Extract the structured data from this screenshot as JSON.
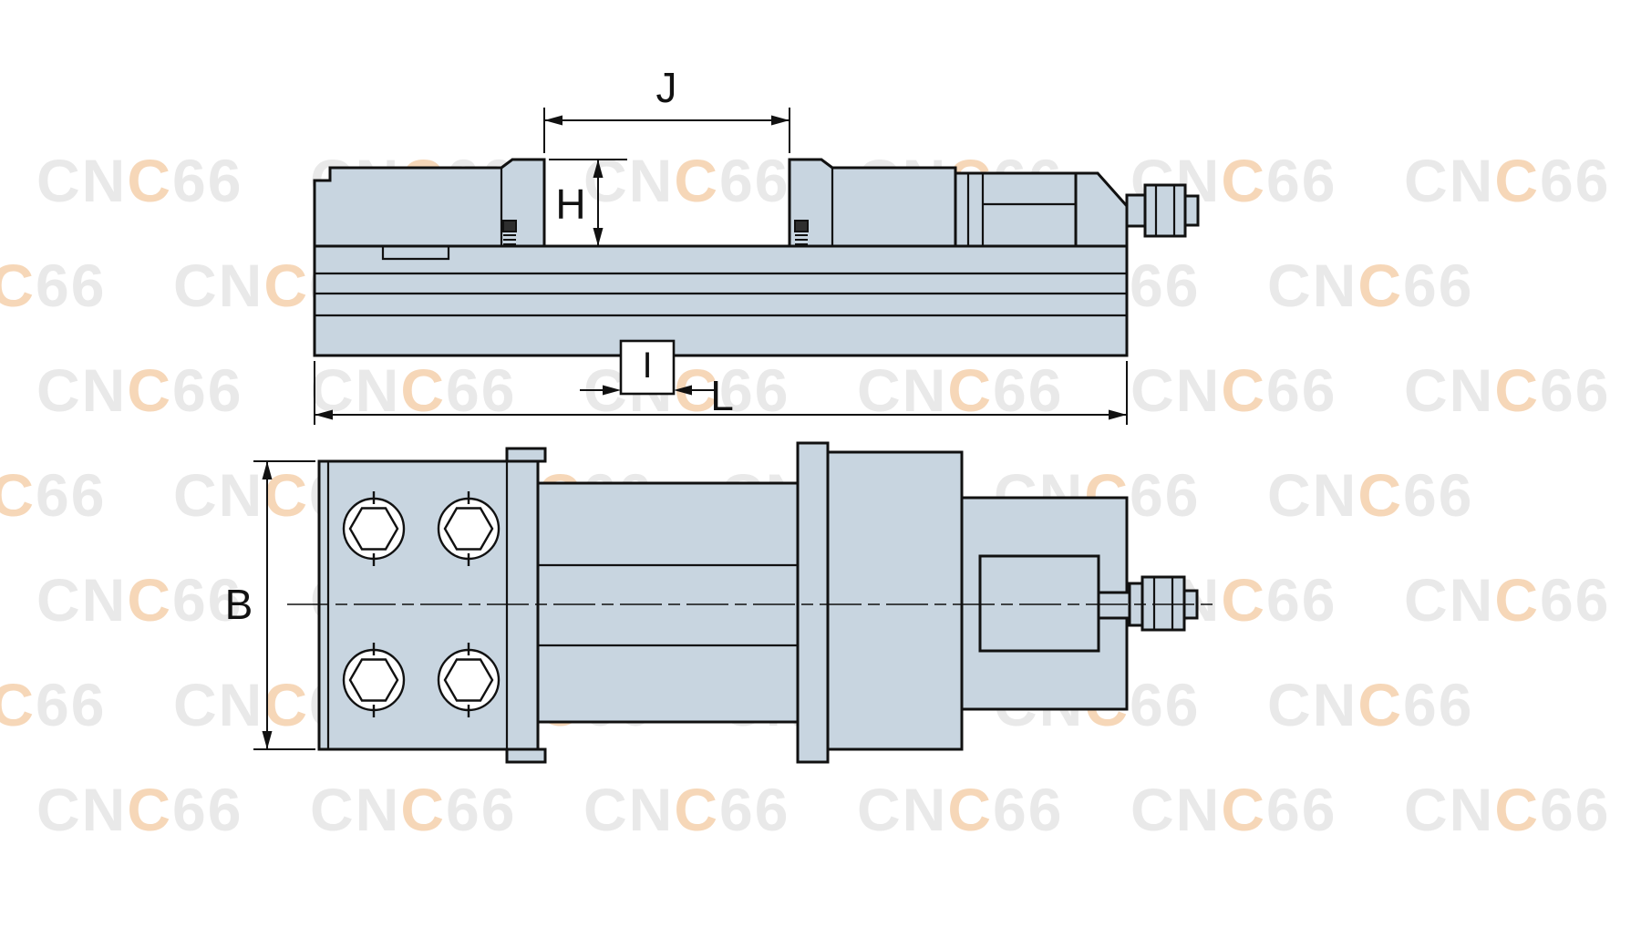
{
  "watermark": {
    "part1": "CN",
    "part2": "C",
    "part3": "66",
    "gray": "#e9e9e9",
    "orange": "#f6d7b8"
  },
  "colors": {
    "diagram_fill": "#c8d5e0",
    "line": "#111111",
    "detail_fill": "#2e2e2e",
    "slot_fill": "#ffffff",
    "bolt_fill": "#ffffff",
    "label": "#111111"
  },
  "labels": {
    "jaw_opening": "J",
    "jaw_height": "H",
    "slot_width": "I",
    "overall_length": "L",
    "body_width": "B"
  }
}
